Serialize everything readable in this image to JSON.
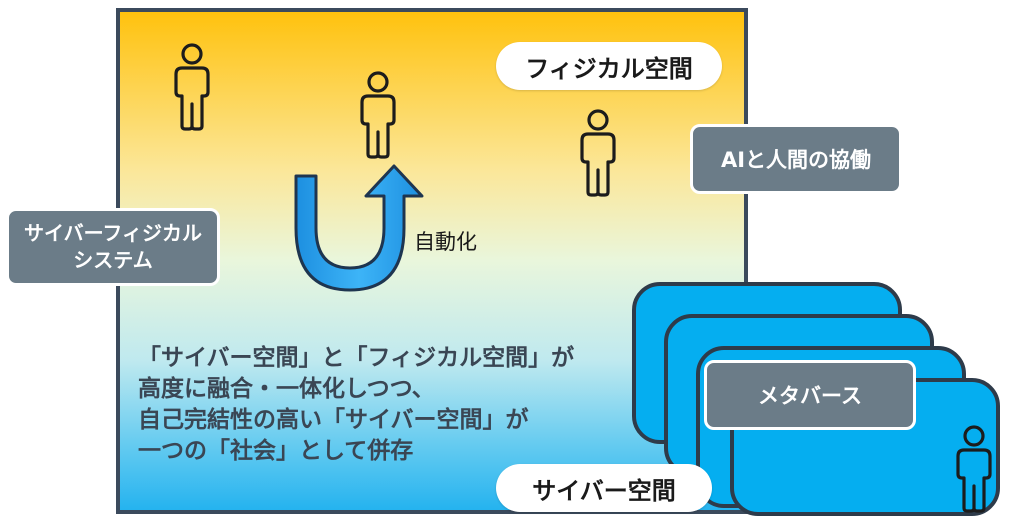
{
  "physical_space": "フィジカル空間",
  "cyber_space": "サイバー空間",
  "ai_collaboration": "AIと人間の協働",
  "cps_label": {
    "line1": "サイバーフィジカル",
    "line2": "システム"
  },
  "automation": "自動化",
  "metaverse": "メタバース",
  "description": [
    "「サイバー空間」と「フィジカル空間」が",
    "高度に融合・一体化しつつ、",
    "自己完結性の高い「サイバー空間」が",
    "一つの「社会」として併存"
  ],
  "colors": {
    "frame": "#3b4a5c",
    "gray_label": "#6b7c88",
    "card_blue": "#05aef0",
    "arrow_blue": "#2aa6f0"
  },
  "icons": [
    "person-icon",
    "u-turn-arrow-icon"
  ]
}
